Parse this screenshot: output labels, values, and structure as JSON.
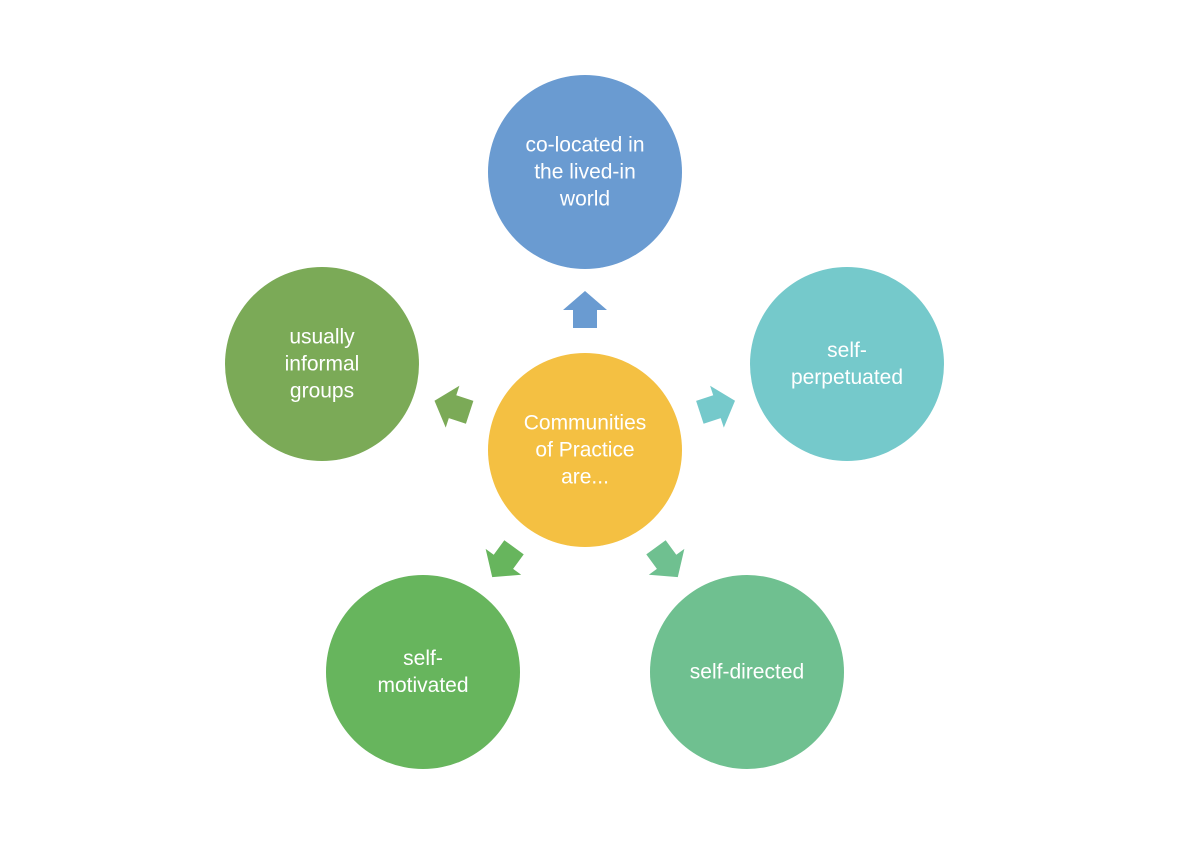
{
  "center": {
    "lines": [
      "Communities",
      "of Practice",
      "are..."
    ],
    "color": "#F4C042"
  },
  "nodes": [
    {
      "id": "co-located",
      "lines": [
        "co-located in",
        "the lived-in",
        "world"
      ],
      "color": "#6A9BD1",
      "arrow_color": "#6A9BD1"
    },
    {
      "id": "self-perpetuated",
      "lines": [
        "self-",
        "perpetuated"
      ],
      "color": "#75C9CB",
      "arrow_color": "#75C9CB"
    },
    {
      "id": "self-directed",
      "lines": [
        "self-directed"
      ],
      "color": "#6FC090",
      "arrow_color": "#6FC090"
    },
    {
      "id": "self-motivated",
      "lines": [
        "self-",
        "motivated"
      ],
      "color": "#67B55D",
      "arrow_color": "#67B55D"
    },
    {
      "id": "usually-informal-groups",
      "lines": [
        "usually",
        "informal",
        "groups"
      ],
      "color": "#7BAA57",
      "arrow_color": "#7BAA57"
    }
  ]
}
